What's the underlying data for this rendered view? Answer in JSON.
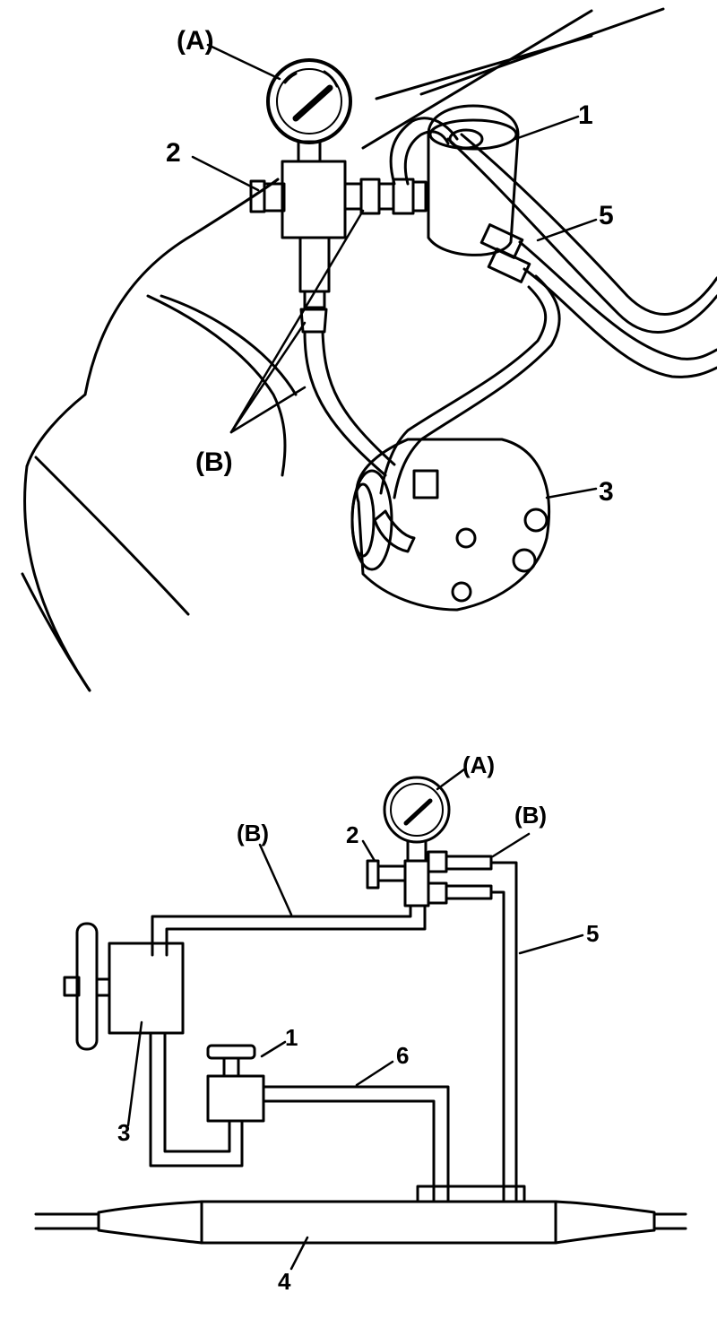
{
  "top_view": {
    "labels": {
      "gauge": "(A)",
      "valve": "2",
      "hoses": "(B)",
      "reservoir": "1",
      "return_hose": "5",
      "pump": "3"
    }
  },
  "bottom_view": {
    "labels": {
      "gauge": "(A)",
      "valve": "2",
      "hose_left": "(B)",
      "hose_right": "(B)",
      "reservoir": "1",
      "return_hose": "5",
      "pump": "3",
      "reservoir_hose": "6",
      "gear_box": "4"
    }
  }
}
